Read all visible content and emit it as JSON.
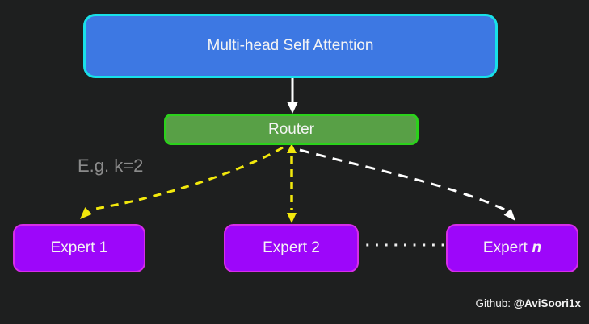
{
  "diagram": {
    "attention": {
      "label": "Multi-head Self Attention"
    },
    "router": {
      "label": "Router"
    },
    "experts": [
      {
        "label": "Expert 1"
      },
      {
        "label": "Expert 2"
      }
    ],
    "expert_n": {
      "prefix": "Expert",
      "variable": "n"
    },
    "annotation": "E.g. k=2",
    "ellipsis": "·········"
  },
  "footer": {
    "label": "Github:",
    "handle": "@AviSoori1x"
  },
  "colors": {
    "background": "#1e1f1f",
    "attention_fill": "#3d78e3",
    "attention_border": "#18e0e8",
    "router_fill": "#58a046",
    "router_border": "#2bd21b",
    "expert_fill": "#9d06fa",
    "expert_border": "#d62ee8",
    "arrow_yellow": "#f2e80c",
    "arrow_white": "#ffffff",
    "annotation_gray": "#8b8b8b"
  }
}
